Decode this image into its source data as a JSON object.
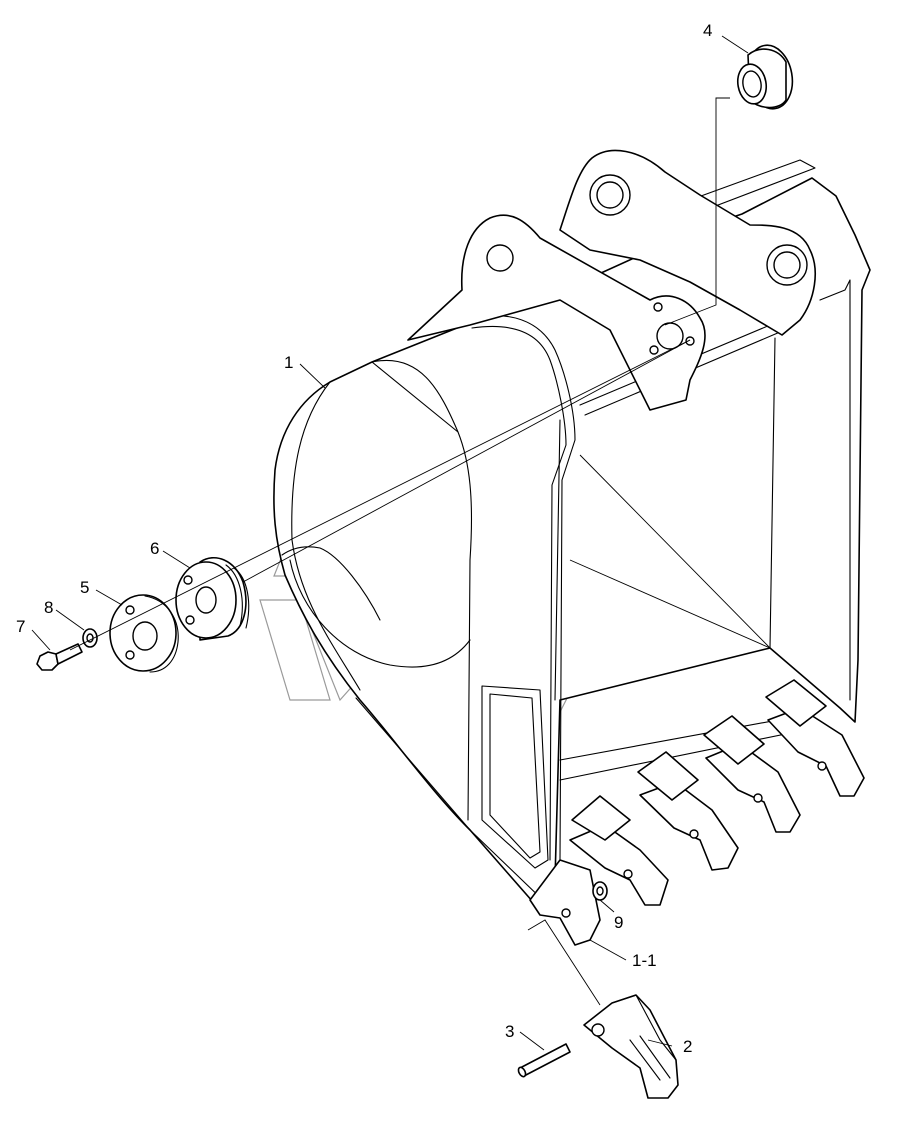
{
  "callouts": [
    {
      "id": "1",
      "text": "1"
    },
    {
      "id": "1-1",
      "text": "1-1"
    },
    {
      "id": "2",
      "text": "2"
    },
    {
      "id": "3",
      "text": "3"
    },
    {
      "id": "4",
      "text": "4"
    },
    {
      "id": "5",
      "text": "5"
    },
    {
      "id": "6",
      "text": "6"
    },
    {
      "id": "7",
      "text": "7"
    },
    {
      "id": "8",
      "text": "8"
    },
    {
      "id": "9",
      "text": "9"
    }
  ]
}
